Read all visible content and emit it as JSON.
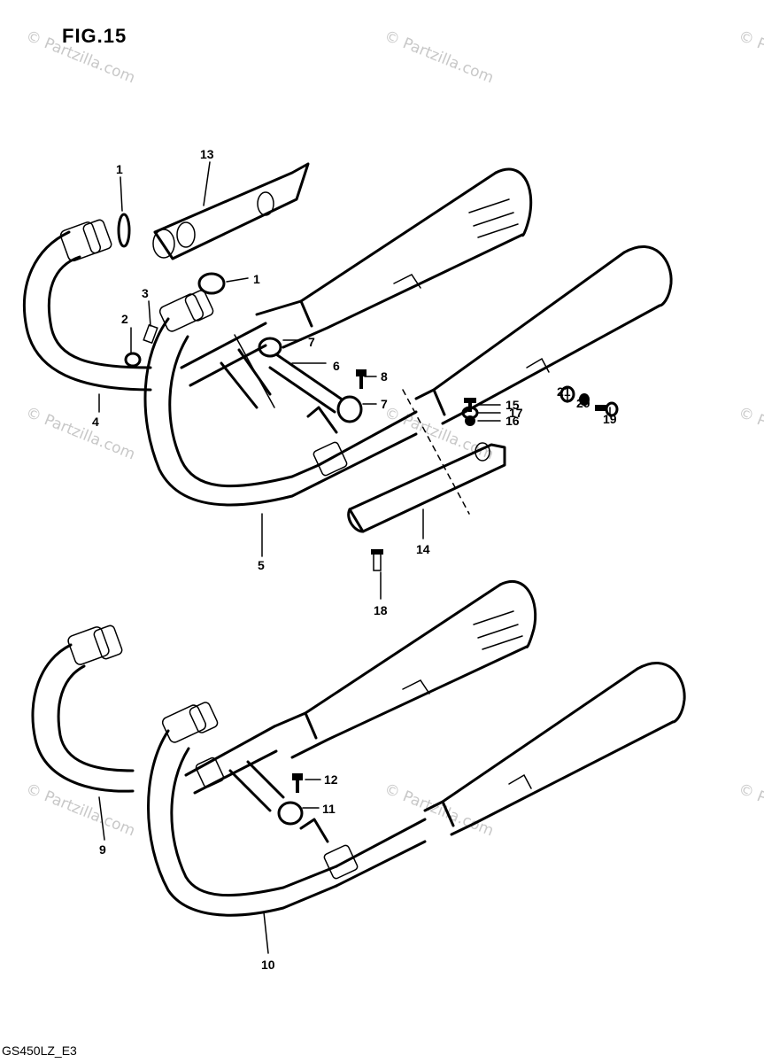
{
  "figure": {
    "title": "FIG.15",
    "code": "GS450LZ_E3"
  },
  "watermark": {
    "text": "© Partzilla.com"
  },
  "callouts": [
    {
      "id": "c1a",
      "text": "1"
    },
    {
      "id": "c1b",
      "text": "1"
    },
    {
      "id": "c2",
      "text": "2"
    },
    {
      "id": "c3",
      "text": "3"
    },
    {
      "id": "c4",
      "text": "4"
    },
    {
      "id": "c5",
      "text": "5"
    },
    {
      "id": "c6",
      "text": "6"
    },
    {
      "id": "c7a",
      "text": "7"
    },
    {
      "id": "c7b",
      "text": "7"
    },
    {
      "id": "c8",
      "text": "8"
    },
    {
      "id": "c9",
      "text": "9"
    },
    {
      "id": "c10",
      "text": "10"
    },
    {
      "id": "c11",
      "text": "11"
    },
    {
      "id": "c12",
      "text": "12"
    },
    {
      "id": "c13",
      "text": "13"
    },
    {
      "id": "c14",
      "text": "14"
    },
    {
      "id": "c15",
      "text": "15"
    },
    {
      "id": "c16",
      "text": "16"
    },
    {
      "id": "c17",
      "text": "17"
    },
    {
      "id": "c18",
      "text": "18"
    },
    {
      "id": "c19",
      "text": "19"
    },
    {
      "id": "c20",
      "text": "20"
    },
    {
      "id": "c21",
      "text": "21"
    }
  ]
}
